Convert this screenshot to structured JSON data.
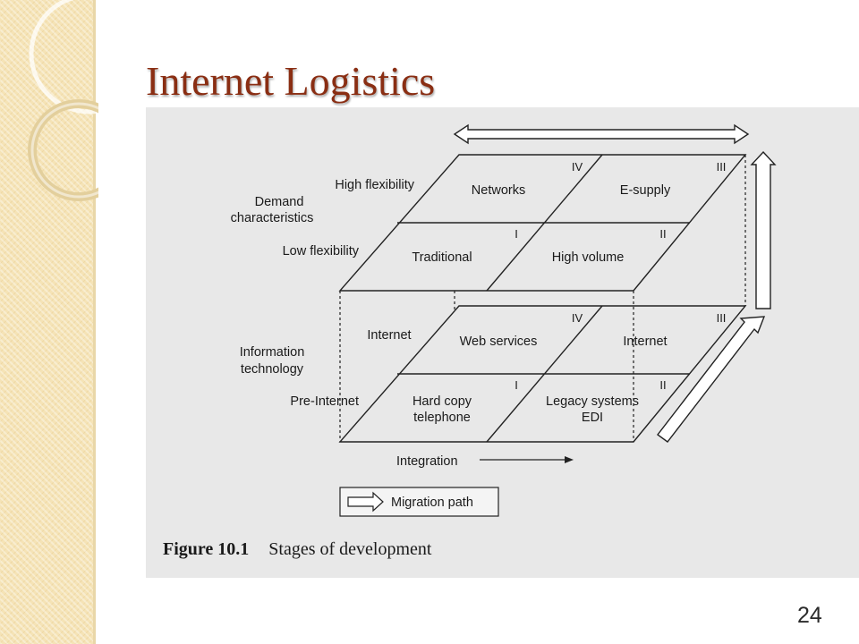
{
  "slide": {
    "title": "Internet Logistics",
    "page_number": "24"
  },
  "figure": {
    "caption_label": "Figure 10.1",
    "caption_text": "Stages of development",
    "top_layer": {
      "axis_title_line1": "Demand",
      "axis_title_line2": "characteristics",
      "row_high": "High flexibility",
      "row_low": "Low flexibility",
      "cell_IV": "Networks",
      "cell_III": "E-supply",
      "cell_I": "Traditional",
      "cell_II": "High volume"
    },
    "bottom_layer": {
      "axis_title_line1": "Information",
      "axis_title_line2": "technology",
      "row_internet": "Internet",
      "row_pre_internet": "Pre-Internet",
      "cell_IV": "Web services",
      "cell_III": "Internet",
      "cell_I_line1": "Hard copy",
      "cell_I_line2": "telephone",
      "cell_II_line1": "Legacy systems",
      "cell_II_line2": "EDI"
    },
    "quadrant_numerals": {
      "IV": "IV",
      "III": "III",
      "I": "I",
      "II": "II"
    },
    "integration_label": "Integration",
    "legend_label": "Migration path"
  }
}
